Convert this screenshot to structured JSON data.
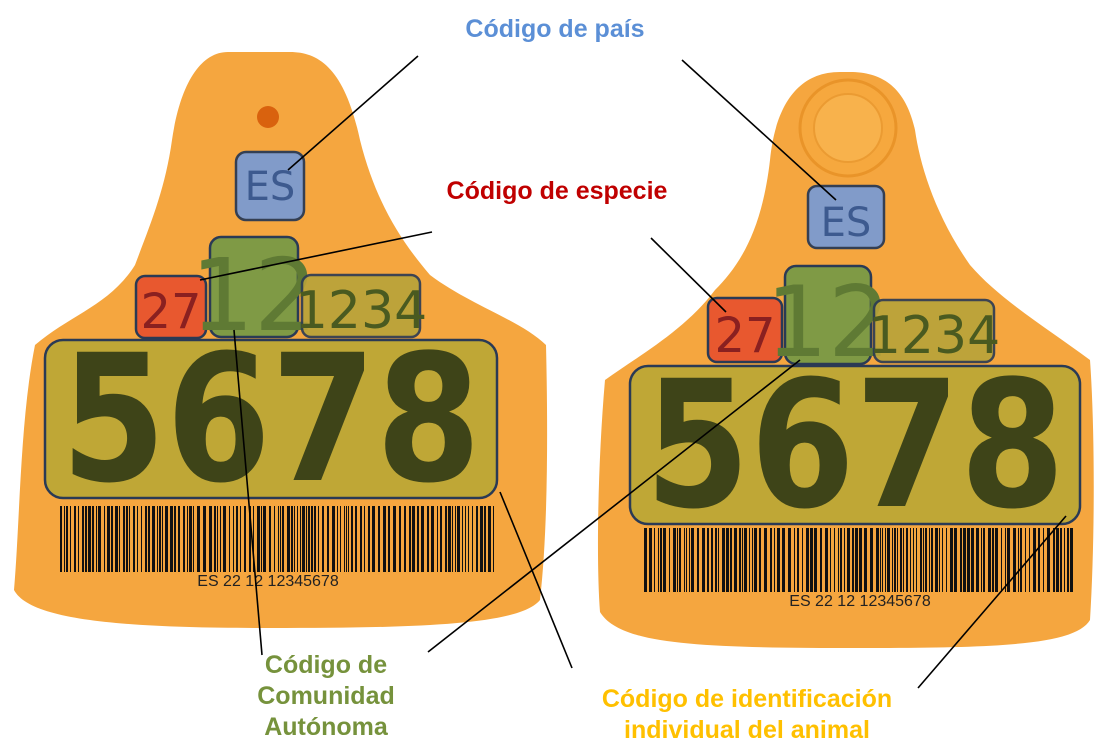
{
  "labels": {
    "country_code": "Código de país",
    "species_code": "Código de especie",
    "community_code": [
      "Código de",
      "Comunidad",
      "Autónoma"
    ],
    "individual_code": [
      "Código de identificación",
      "individual del animal"
    ]
  },
  "tags": [
    {
      "country": "ES",
      "province": "27",
      "species": "12",
      "small_number": "1234",
      "big_number": "5678",
      "barcode_text": "ES 22 12 12345678"
    },
    {
      "country": "ES",
      "province": "27",
      "species": "12",
      "small_number": "1234",
      "big_number": "5678",
      "barcode_text": "ES 22 12 12345678"
    }
  ],
  "colors": {
    "tag": "#f5a63f",
    "country_box": "#7b9bd1",
    "province_box": "#e8582f",
    "species_box": "#7f9a45",
    "number_box": "#b7a33a",
    "label_blue": "#5b8fd6",
    "label_red": "#c00000",
    "label_green": "#76923c",
    "label_yellow": "#ffc000"
  }
}
